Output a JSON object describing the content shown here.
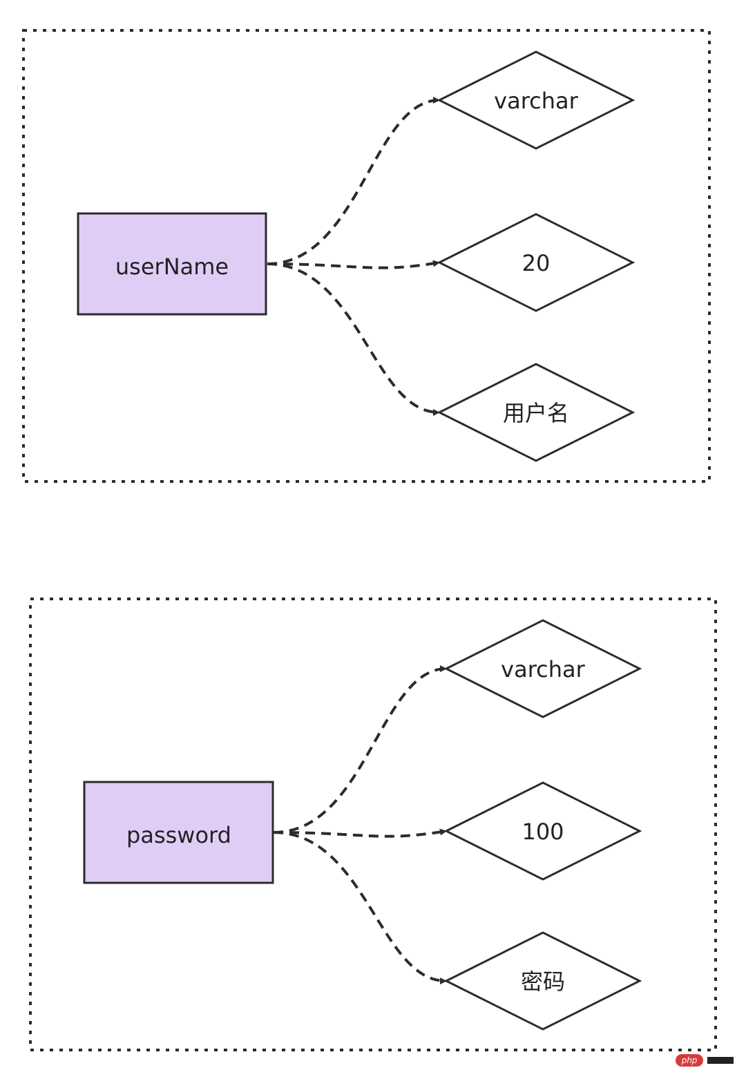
{
  "diagram": {
    "groups": [
      {
        "entity": "userName",
        "attributes": [
          "varchar",
          "20",
          "用户名"
        ]
      },
      {
        "entity": "password",
        "attributes": [
          "varchar",
          "100",
          "密码"
        ]
      }
    ]
  },
  "colors": {
    "entity_fill": "#e0cdf6",
    "stroke": "#2b2b2b",
    "background": "#ffffff"
  },
  "watermark": {
    "text": "php"
  }
}
